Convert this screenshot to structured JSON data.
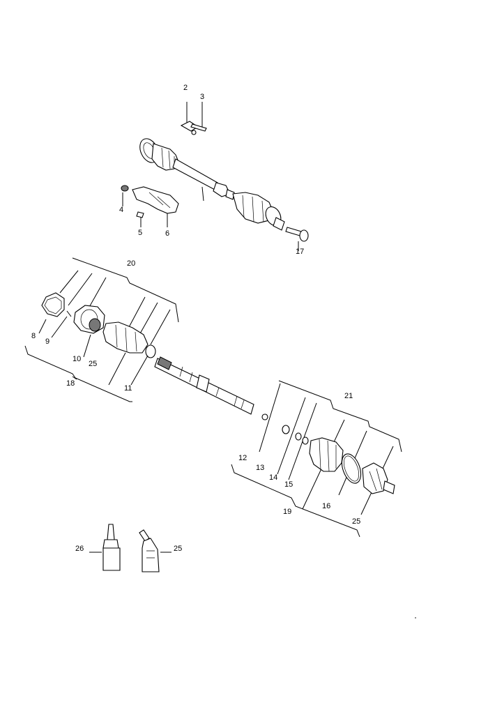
{
  "diagram": {
    "callouts": {
      "c2": "2",
      "c3": "3",
      "c4": "4",
      "c5": "5",
      "c6": "6",
      "c17": "17",
      "c20": "20",
      "c8": "8",
      "c9": "9",
      "c10": "10",
      "c25a": "25",
      "c18": "18",
      "c11": "11",
      "c21": "21",
      "c12": "12",
      "c13": "13",
      "c14": "14",
      "c15": "15",
      "c16": "16",
      "c19": "19",
      "c25b": "25",
      "c26": "26",
      "c25c": "25"
    }
  }
}
